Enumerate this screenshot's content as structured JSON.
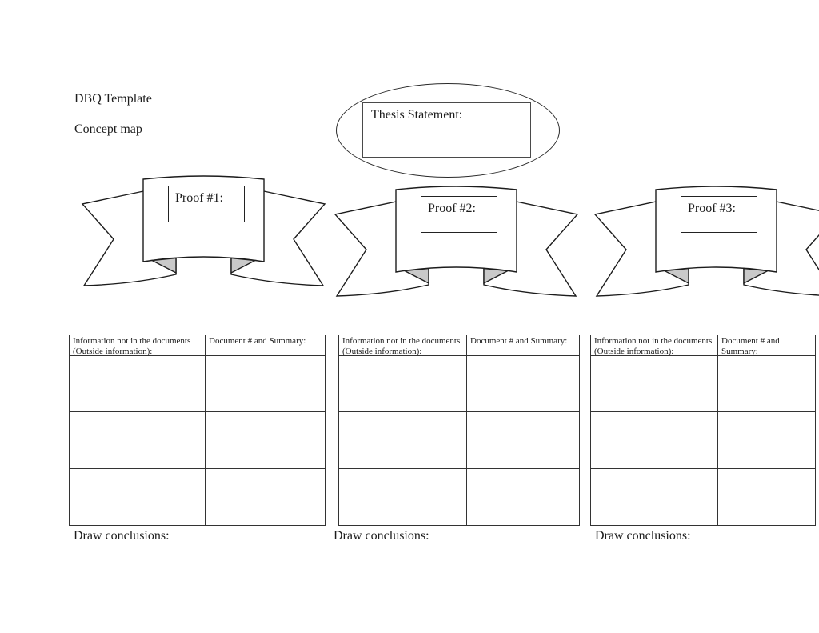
{
  "page": {
    "title_line1": "DBQ Template",
    "title_line2": "Concept map"
  },
  "thesis": {
    "label": "Thesis Statement:"
  },
  "banners": [
    {
      "label": "Proof #1:"
    },
    {
      "label": "Proof #2:"
    },
    {
      "label": "Proof #3:"
    }
  ],
  "tables": [
    {
      "col1": "Information not in the documents (Outside information):",
      "col2": "Document # and Summary:",
      "empty_rows": 3,
      "conclusion": "Draw conclusions:"
    },
    {
      "col1": "Information not in the documents (Outside information):",
      "col2": "Document # and Summary:",
      "empty_rows": 3,
      "conclusion": "Draw conclusions:"
    },
    {
      "col1": "Information not in the documents (Outside information):",
      "col2": "Document # and Summary:",
      "empty_rows": 3,
      "conclusion": "Draw conclusions:"
    }
  ],
  "colors": {
    "ink": "#1c1c1c",
    "table_border": "#333333",
    "fold_gray": "#c9c9c9"
  }
}
